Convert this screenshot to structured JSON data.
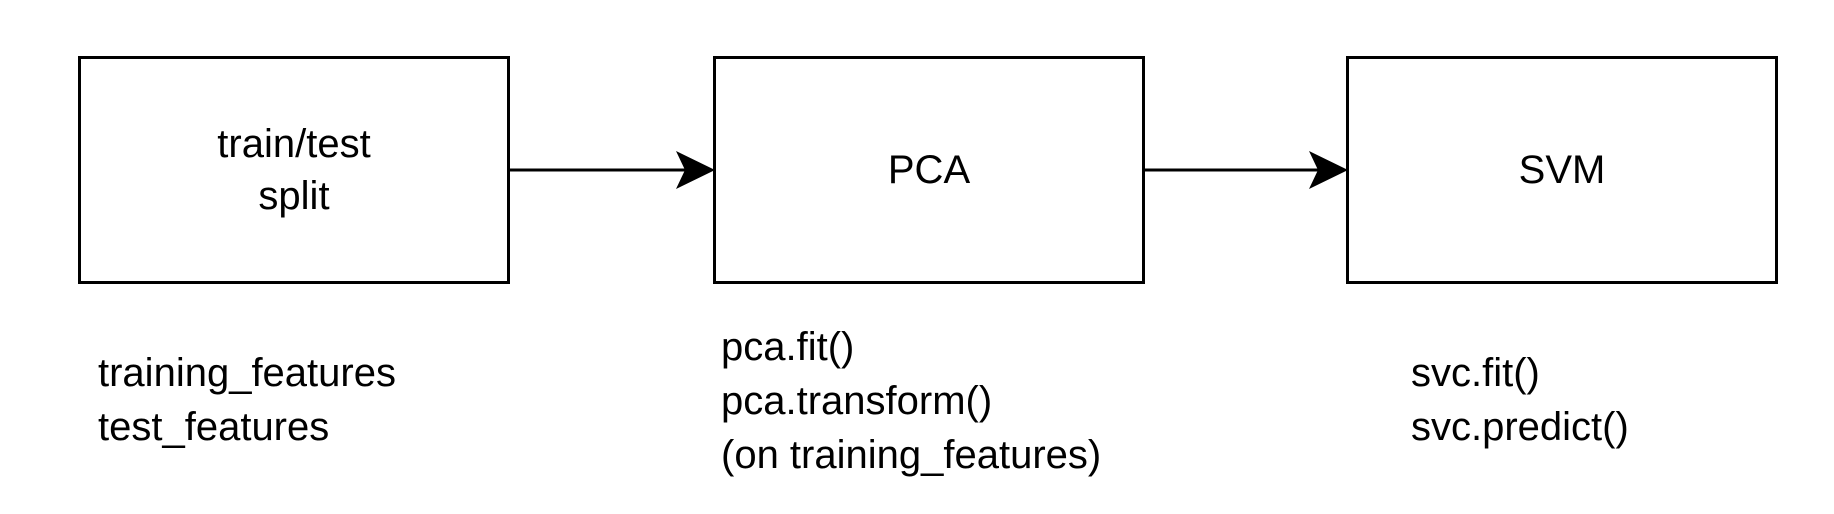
{
  "nodes": [
    {
      "id": "split",
      "label_lines": [
        "train/test",
        "split"
      ]
    },
    {
      "id": "pca",
      "label_lines": [
        "PCA"
      ]
    },
    {
      "id": "svm",
      "label_lines": [
        "SVM"
      ]
    }
  ],
  "edges": [
    {
      "from": "split",
      "to": "pca"
    },
    {
      "from": "pca",
      "to": "svm"
    }
  ],
  "notes": {
    "split": [
      "training_features",
      "test_features"
    ],
    "pca": [
      "pca.fit()",
      "pca.transform()",
      "(on training_features)"
    ],
    "svm": [
      "svc.fit()",
      "svc.predict()"
    ]
  },
  "colors": {
    "stroke": "#000000",
    "background": "#ffffff",
    "text": "#000000"
  }
}
